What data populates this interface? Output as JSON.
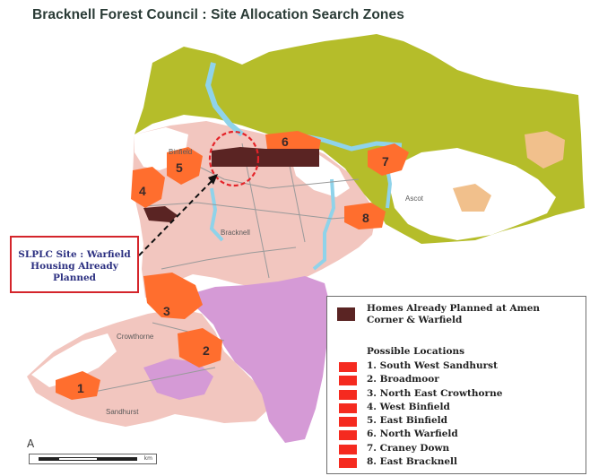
{
  "title": "Bracknell Forest Council : Site Allocation Search Zones",
  "callout": {
    "lines": [
      "SLPLC Site : Warfield",
      "Housing Already",
      "Planned"
    ]
  },
  "zones": [
    {
      "number": "1",
      "name": "South West Sandhurst"
    },
    {
      "number": "2",
      "name": "Broadmoor"
    },
    {
      "number": "3",
      "name": "North East Crowthorne"
    },
    {
      "number": "4",
      "name": "West Binfield"
    },
    {
      "number": "5",
      "name": "East Binfield"
    },
    {
      "number": "6",
      "name": "North Warfield"
    },
    {
      "number": "7",
      "name": "Craney Down"
    },
    {
      "number": "8",
      "name": "East Bracknell"
    }
  ],
  "town_labels": {
    "binfield": "Binfield",
    "bracknell": "Bracknell",
    "crowthorne": "Crowthorne",
    "sandhurst": "Sandhurst",
    "ascot": "Ascot"
  },
  "legend": {
    "planned_label": "Homes Already Planned at Amen Corner & Warfield",
    "section_title": "Possible Locations",
    "items": [
      "1. South West Sandhurst",
      "2. Broadmoor",
      "3. North East Crowthorne",
      "4. West Binfield",
      "5. East Binfield",
      "6. North Warfield",
      "7. Craney Down",
      "8. East Bracknell"
    ]
  },
  "colors": {
    "greenbelt": "#b5bd2a",
    "urban": "#f2c6bf",
    "rural": "#ffffff",
    "forest_pink": "#d59ad6",
    "river": "#8fd3ea",
    "search_zone": "#ff6e2e",
    "already_planned": "#5a2423",
    "legend_swatch": "#f52a1f",
    "callout_border": "#d4252b",
    "callout_text": "#2b2f80"
  },
  "north_symbol": "A",
  "scale_unit": "km"
}
